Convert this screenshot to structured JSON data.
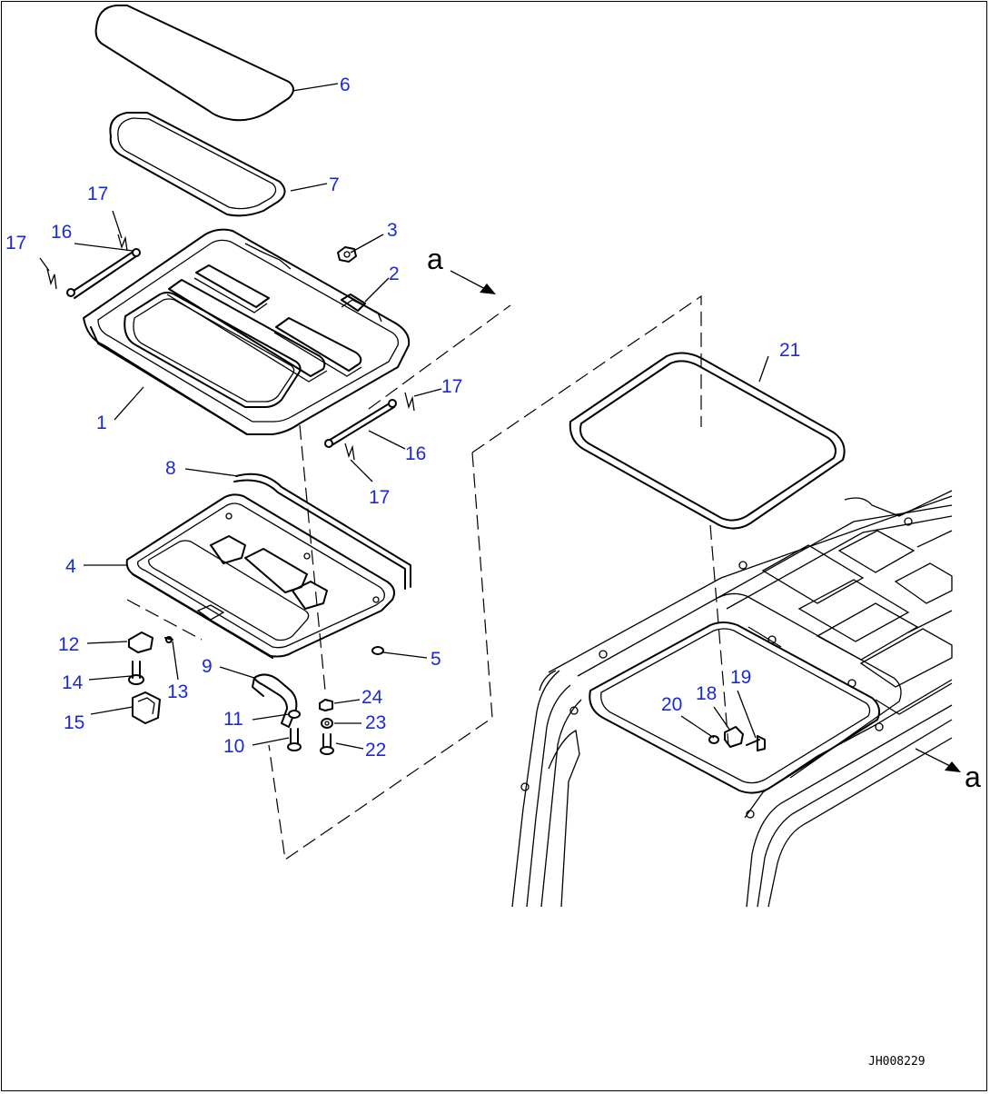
{
  "callouts": {
    "c1": "1",
    "c2": "2",
    "c3": "3",
    "c4": "4",
    "c5": "5",
    "c6": "6",
    "c7": "7",
    "c8": "8",
    "c9": "9",
    "c10": "10",
    "c11": "11",
    "c12": "12",
    "c13": "13",
    "c14": "14",
    "c15": "15",
    "c16": "16",
    "c17": "17",
    "c18": "18",
    "c19": "19",
    "c20": "20",
    "c21": "21",
    "c22": "22",
    "c23": "23",
    "c24": "24"
  },
  "view_marker": "a",
  "drawing_id": "JH008229",
  "colors": {
    "callout": "#1a2ad6",
    "line": "#000000",
    "background": "#ffffff"
  }
}
